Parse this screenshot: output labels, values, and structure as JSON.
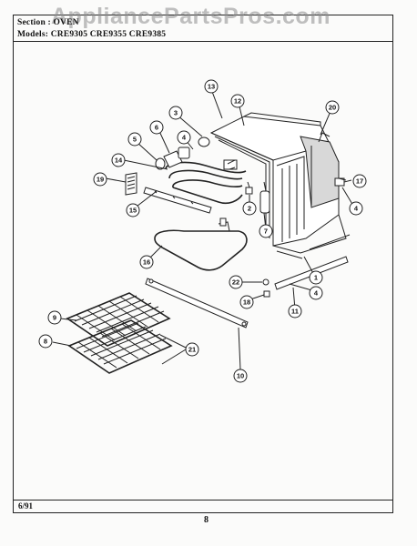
{
  "watermark": "AppliancePartsPros.com",
  "header": {
    "section_text": "Section : OVEN",
    "models_text": "Models:  CRE9305  CRE9355  CRE9385"
  },
  "footer": {
    "revision": "6/91",
    "page_number": "8"
  },
  "callouts": [
    "1",
    "2",
    "3",
    "4",
    "4",
    "4",
    "5",
    "6",
    "7",
    "8",
    "9",
    "10",
    "11",
    "12",
    "13",
    "14",
    "15",
    "16",
    "17",
    "18",
    "19",
    "20",
    "21",
    "22"
  ]
}
